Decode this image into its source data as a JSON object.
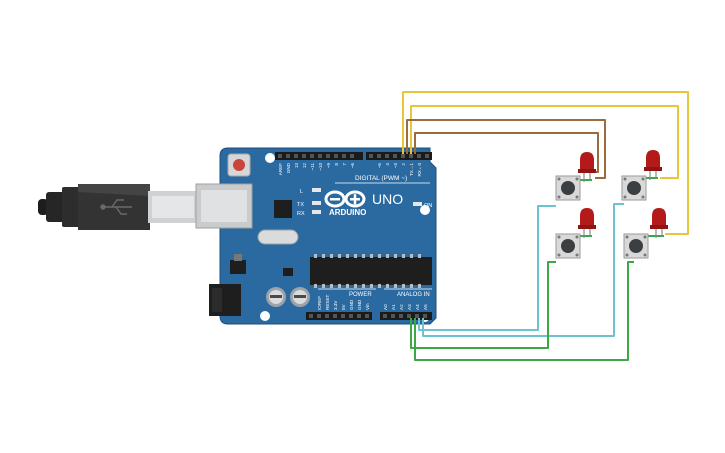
{
  "board": {
    "brand": "ARDUINO",
    "model": "UNO",
    "digital_label": "DIGITAL (PWM ~)",
    "power_label": "POWER",
    "analog_label": "ANALOG IN",
    "on_label": "ON",
    "led_l": "L",
    "led_tx": "TX",
    "led_rx": "RX",
    "digital_pins": [
      "AREF",
      "GND",
      "13",
      "12",
      "~11",
      "~10",
      "~9",
      "8",
      "7",
      "~6",
      "~5",
      "4",
      "~3",
      "2",
      "TX→1",
      "RX←0"
    ],
    "power_pins": [
      "IOREF",
      "RESET",
      "3.3V",
      "5V",
      "GND",
      "GND",
      "Vin"
    ],
    "analog_pins": [
      "A0",
      "A1",
      "A2",
      "A3",
      "A4",
      "A5"
    ]
  },
  "colors": {
    "board": "#2b6aa1",
    "board_edge": "#1d4f7b",
    "wire_yellow": "#e8c53a",
    "wire_brown": "#9b6b3d",
    "wire_cyan": "#6cc3cf",
    "wire_green": "#3aa845",
    "led": "#b31b1b",
    "button": "#3c3f42"
  },
  "components": {
    "leds": 4,
    "buttons": 4
  }
}
